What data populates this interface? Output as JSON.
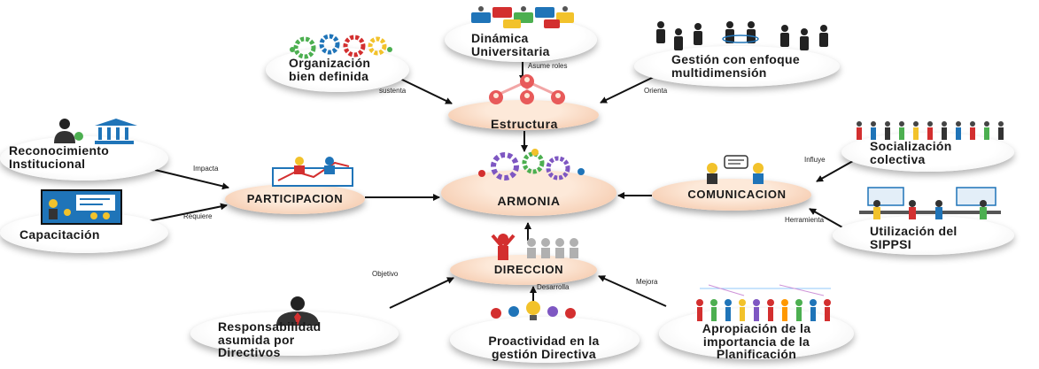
{
  "center": {
    "label": "ARMONIA"
  },
  "pillars": {
    "estructura": "Estructura",
    "participacion": "PARTICIPACION",
    "comunicacion": "COMUNICACION",
    "direccion": "DIRECCION"
  },
  "factors": {
    "dinamica": [
      "Dinámica",
      "Universitaria"
    ],
    "organizacion": [
      "Organización",
      "bien definida"
    ],
    "gestion": [
      "Gestión con enfoque",
      "multidimensión"
    ],
    "reconocimiento": [
      "Reconocimiento",
      "Institucional"
    ],
    "capacitacion": [
      "Capacitación"
    ],
    "socializacion": [
      "Socialización",
      "colectiva"
    ],
    "sippsi": [
      "Utilización del",
      "SIPPSI"
    ],
    "responsabilidad": [
      "Responsabilidad",
      "asumida por",
      "Directivos"
    ],
    "proactividad": [
      "Proactividad en la",
      "gestión Directiva"
    ],
    "apropiacion": [
      "Apropiación de la",
      "importancia de la",
      "Planificación"
    ]
  },
  "relations": {
    "asume_roles": "Asume roles",
    "sustenta": "sustenta",
    "orienta": "Orienta",
    "impacta": "Impacta",
    "requiere": "Requiere",
    "influye": "Influye",
    "herramienta": "Herramienta",
    "objetivo": "Objetivo",
    "desarrolla": "Desarrolla",
    "mejora": "Mejora"
  },
  "colors": {
    "core_fill": "#fde9d9",
    "core_edge": "#f3c2a2",
    "arrow": "#111111",
    "icon_dark": "#333333",
    "icon_blue": "#1f74b8",
    "icon_red": "#d32f2f",
    "icon_green": "#4caf50",
    "icon_yellow": "#f2c22b"
  },
  "icons": [
    "puzzle-people-icon",
    "gears-team-icon",
    "business-people-icon",
    "hierarchy-icon",
    "person-institution-icon",
    "presentation-board-icon",
    "podium-icon",
    "gears-team-icon",
    "crowd-icon",
    "chat-bubbles-icon",
    "office-team-icon",
    "leader-group-icon",
    "businessman-icon",
    "light-bulb-icon",
    "network-people-icon"
  ]
}
